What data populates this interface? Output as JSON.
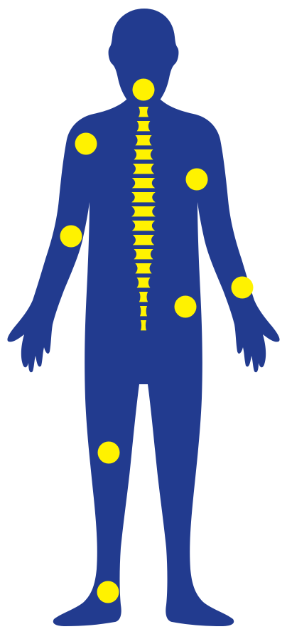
{
  "colors": {
    "background": "#ffffff",
    "silhouette": "#223b8f",
    "marker": "#fff200"
  },
  "figure": {
    "silhouette_icon": "human-body-silhouette-icon",
    "marker_icon": "pain-point-dot-icon",
    "vertebra_icon": "vertebra-icon",
    "pain_points": [
      {
        "location": "neck"
      },
      {
        "location": "right-shoulder"
      },
      {
        "location": "left-chest"
      },
      {
        "location": "right-elbow"
      },
      {
        "location": "left-lower-back"
      },
      {
        "location": "left-wrist"
      },
      {
        "location": "right-thigh"
      },
      {
        "location": "right-ankle"
      }
    ],
    "spine_vertebrae_count": 16
  }
}
